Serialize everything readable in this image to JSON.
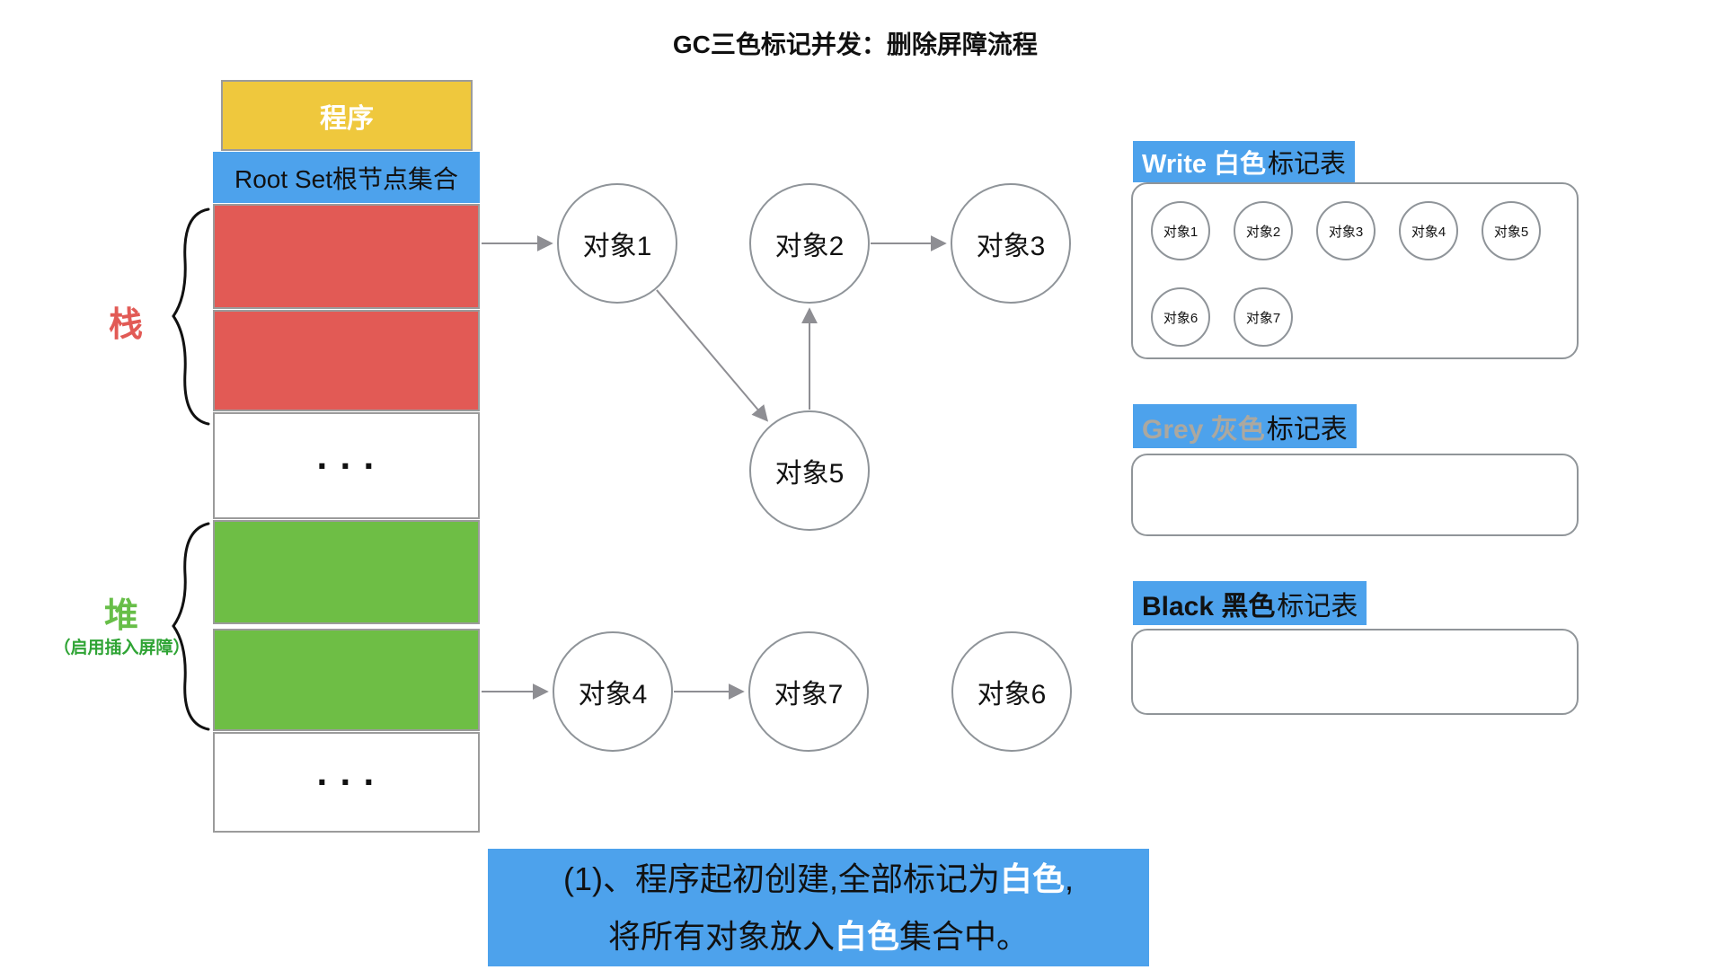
{
  "title": "GC三色标记并发：删除屏障流程",
  "colors": {
    "accent_blue": "#4DA2EC",
    "program_yellow": "#EFC83D",
    "stack_red": "#E25A55",
    "heap_green": "#6EBE45",
    "grey_label": "#ACA89F"
  },
  "memory_column": {
    "program": "程序",
    "root_set": "Root Set根节点集合",
    "stack_brace_label": "栈",
    "heap_brace_label": "堆",
    "heap_note": "（启用插入屏障）",
    "ellipsis": "···"
  },
  "graph": {
    "nodes": [
      {
        "id": "obj1",
        "label": "对象1"
      },
      {
        "id": "obj2",
        "label": "对象2"
      },
      {
        "id": "obj3",
        "label": "对象3"
      },
      {
        "id": "obj5",
        "label": "对象5"
      },
      {
        "id": "obj4",
        "label": "对象4"
      },
      {
        "id": "obj7",
        "label": "对象7"
      },
      {
        "id": "obj6",
        "label": "对象6"
      }
    ],
    "edges": [
      {
        "from": "stack-block",
        "to": "obj1"
      },
      {
        "from": "obj1",
        "to": "obj5"
      },
      {
        "from": "obj5",
        "to": "obj2"
      },
      {
        "from": "obj2",
        "to": "obj3"
      },
      {
        "from": "heap-block",
        "to": "obj4"
      },
      {
        "from": "obj4",
        "to": "obj7"
      }
    ]
  },
  "tables": {
    "white": {
      "title_strong": "Write 白色",
      "title_rest": "标记表",
      "rows": [
        [
          "对象1",
          "对象2",
          "对象3",
          "对象4",
          "对象5"
        ],
        [
          "对象6",
          "对象7"
        ]
      ]
    },
    "grey": {
      "title_strong": "Grey 灰色",
      "title_rest": "标记表",
      "rows": []
    },
    "black": {
      "title_strong": "Black 黑色",
      "title_rest": "标记表",
      "rows": []
    }
  },
  "caption": {
    "line1": [
      {
        "t": "(1)、程序起初创建,全部标记为",
        "w": false
      },
      {
        "t": "白色",
        "w": true
      },
      {
        "t": ",",
        "w": false
      }
    ],
    "line2": [
      {
        "t": "将所有对象放入",
        "w": false
      },
      {
        "t": "白色",
        "w": true
      },
      {
        "t": "集合中。",
        "w": false
      }
    ]
  }
}
